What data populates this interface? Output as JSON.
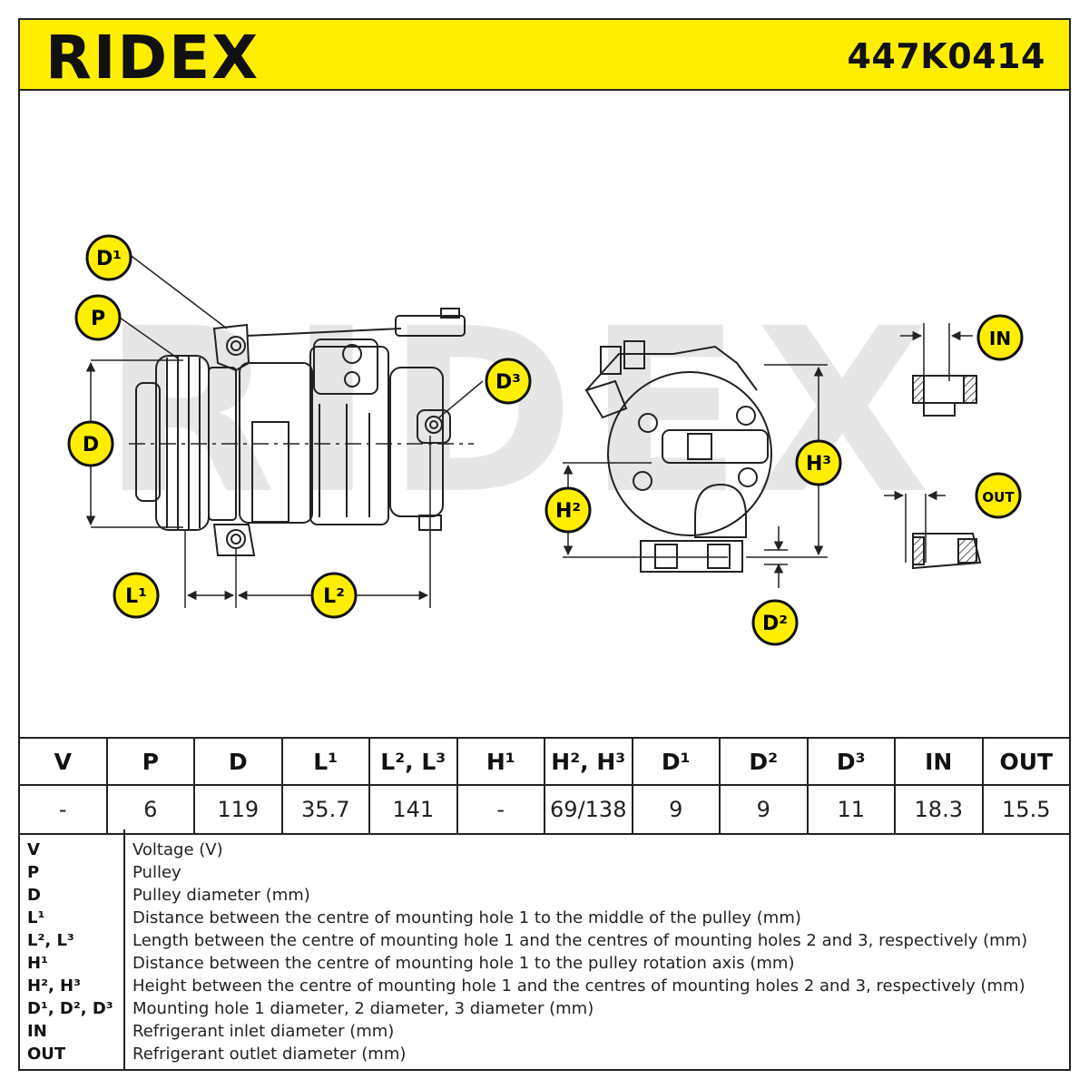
{
  "brand": "RIDEX",
  "part_number": "447K0414",
  "watermark": "RIDEX",
  "colors": {
    "accent": "#ffee00",
    "ink": "#222222"
  },
  "callouts": {
    "d1": "D¹",
    "p": "P",
    "d": "D",
    "l1": "L¹",
    "l2": "L²",
    "d3": "D³",
    "h2": "H²",
    "h3": "H³",
    "d2": "D²",
    "in": "IN",
    "out": "OUT"
  },
  "table": {
    "headers": [
      "V",
      "P",
      "D",
      "L¹",
      "L², L³",
      "H¹",
      "H², H³",
      "D¹",
      "D²",
      "D³",
      "IN",
      "OUT"
    ],
    "values": [
      "-",
      "6",
      "119",
      "35.7",
      "141",
      "-",
      "69/138",
      "9",
      "9",
      "11",
      "18.3",
      "15.5"
    ]
  },
  "legend": [
    {
      "key": "V",
      "text": "Voltage (V)"
    },
    {
      "key": "P",
      "text": "Pulley"
    },
    {
      "key": "D",
      "text": "Pulley diameter (mm)"
    },
    {
      "key": "L¹",
      "text": "Distance between the centre of mounting hole 1 to the middle of the pulley (mm)"
    },
    {
      "key": "L², L³",
      "text": "Length between the centre of mounting hole 1 and the centres of mounting holes 2 and 3, respectively (mm)"
    },
    {
      "key": "H¹",
      "text": "Distance between the centre of mounting hole 1 to the pulley rotation axis (mm)"
    },
    {
      "key": "H², H³",
      "text": "Height between the centre of mounting hole 1 and the centres of mounting holes 2 and 3, respectively (mm)"
    },
    {
      "key": "D¹, D², D³",
      "text": "Mounting hole 1 diameter, 2 diameter, 3 diameter (mm)"
    },
    {
      "key": "IN",
      "text": "Refrigerant inlet diameter (mm)"
    },
    {
      "key": "OUT",
      "text": "Refrigerant outlet diameter (mm)"
    }
  ]
}
